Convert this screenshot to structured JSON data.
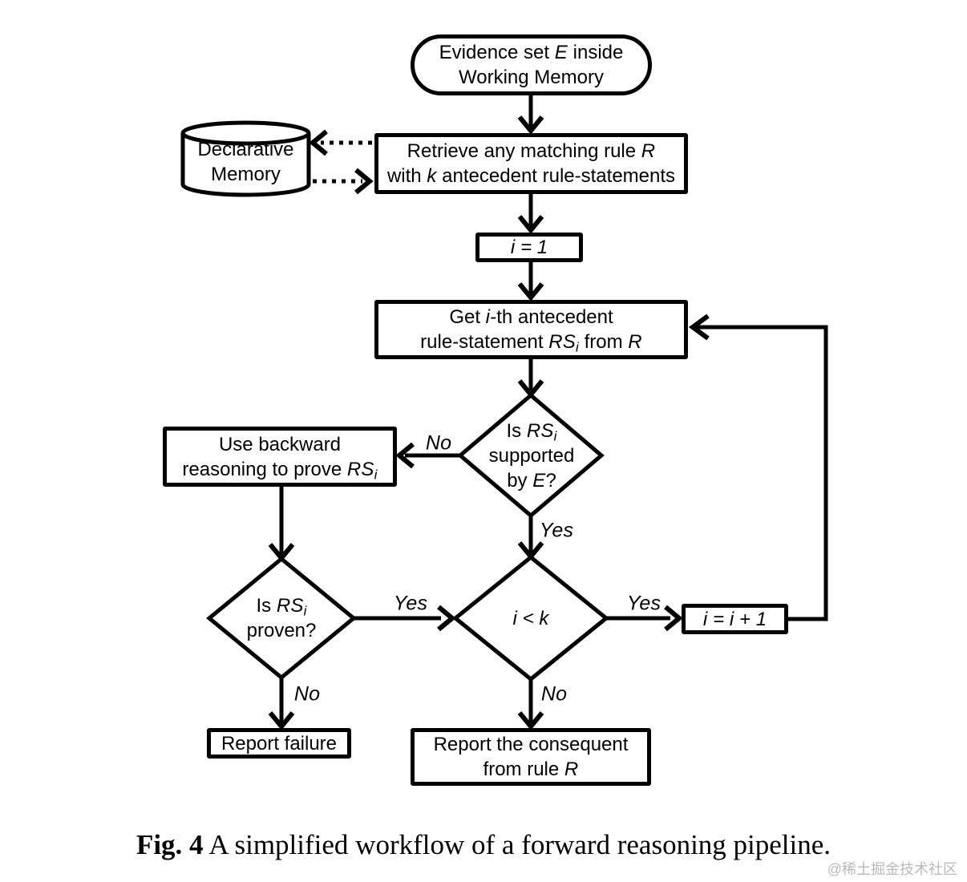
{
  "nodes": {
    "evidence": {
      "label": "Evidence set *E* inside\nWorking Memory"
    },
    "declarative": {
      "label": "Declarative\nMemory"
    },
    "retrieve": {
      "label": "Retrieve any matching rule *R*\nwith *k* antecedent rule-statements"
    },
    "init": {
      "label": "*i* = 1"
    },
    "get": {
      "label": "Get *i*-th antecedent\nrule-statement *RS~i~* from *R*"
    },
    "supported": {
      "label": "Is *RS~i~*\nsupported\nby *E*?"
    },
    "backward": {
      "label": "Use backward\nreasoning to prove *RS~i~*"
    },
    "proven": {
      "label": "Is *RS~i~*\nproven?"
    },
    "loop_check": {
      "label": "*i* < *k*"
    },
    "increment": {
      "label": "*i* = *i* + 1"
    },
    "failure": {
      "label": "Report failure"
    },
    "consequent": {
      "label": "Report the consequent\nfrom rule *R*"
    }
  },
  "edge_labels": {
    "supported_no": "No",
    "supported_yes": "Yes",
    "proven_yes": "Yes",
    "proven_no": "No",
    "loop_yes": "Yes",
    "loop_no": "No"
  },
  "caption": {
    "prefix": "Fig. 4",
    "rest": "A simplified workflow of a forward reasoning pipeline."
  },
  "watermark": "@稀土掘金技术社区",
  "colors": {
    "line": "#000000",
    "background": "#ffffff",
    "watermark": "#b9b9b9"
  }
}
